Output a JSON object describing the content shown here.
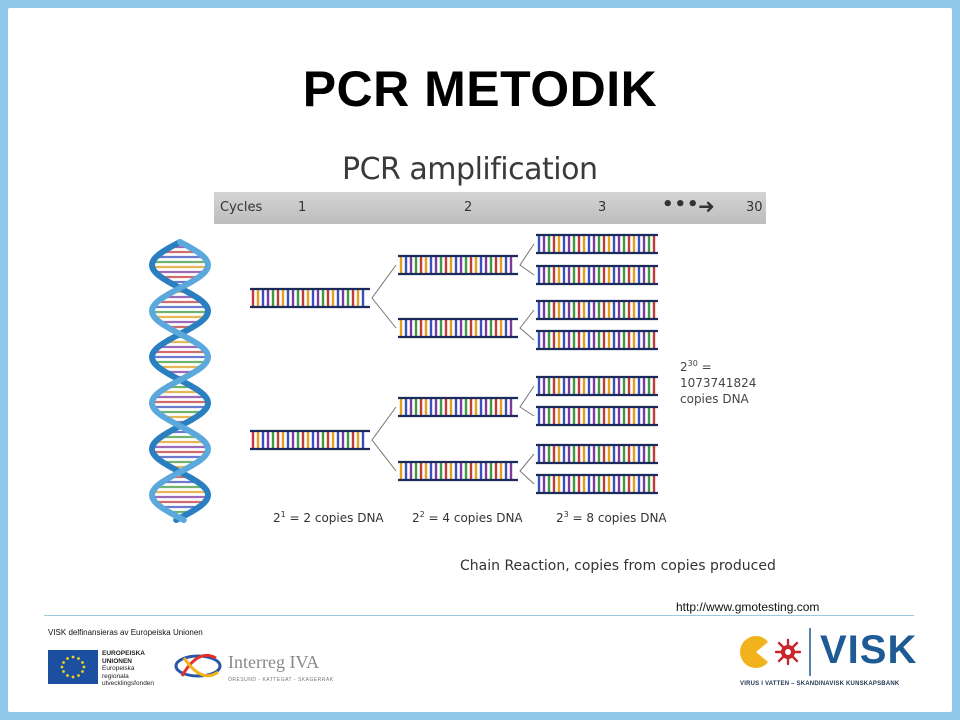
{
  "slide": {
    "title": "PCR METODIK",
    "source_url": "http://www.gmotesting.com"
  },
  "diagram": {
    "title": "PCR amplification",
    "cycles_label": "Cycles",
    "cycles": [
      "1",
      "2",
      "3",
      "30"
    ],
    "cycles_ellipsis": "•••",
    "cycles_arrow": "➜",
    "copies": [
      {
        "base": "2",
        "exp": "1",
        "text": " = 2 copies DNA"
      },
      {
        "base": "2",
        "exp": "2",
        "text": " = 4 copies DNA"
      },
      {
        "base": "2",
        "exp": "3",
        "text": " = 8 copies DNA"
      }
    ],
    "total": {
      "base": "2",
      "exp": "30",
      "eq": " =",
      "count": "1073741824",
      "unit": "copies DNA"
    },
    "caption": "Chain Reaction, copies from copies produced",
    "strand_counts": {
      "cycle1": 2,
      "cycle2": 4,
      "cycle3": 8
    },
    "colors": {
      "helix_backbone": "#2a7fc1",
      "rung_colors": [
        "#c23b3b",
        "#3a4fbf",
        "#3f9a3f",
        "#e0a020",
        "#7a3aa0"
      ]
    }
  },
  "footer": {
    "funding_text": "VISK delfinansieras av Europeiska Unionen",
    "eu_text": [
      "EUROPEISKA",
      "UNIONEN",
      "Europeiska",
      "regionala",
      "utvecklingsfonden"
    ],
    "interreg_name": "Interreg IVA",
    "interreg_sub": "ÖRESUND - KATTEGAT - SKAGERRAK",
    "visk_name": "VISK",
    "visk_tagline": "VIRUS I VATTEN – SKANDINAVISK KUNSKAPSBANK",
    "colors": {
      "visk_blue": "#1e5a94",
      "visk_red": "#c8262c",
      "visk_yellow": "#f2b21b",
      "eu_blue": "#1d4fa0"
    }
  }
}
